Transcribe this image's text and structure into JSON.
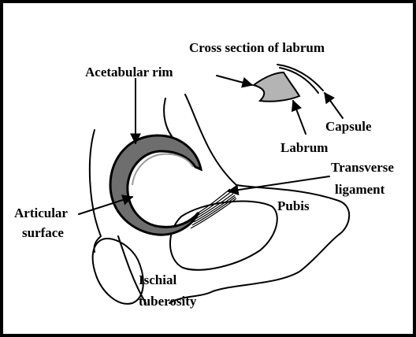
{
  "diagram": {
    "labels": {
      "cross_section": "Cross section of labrum",
      "acetabular_rim": "Acetabular rim",
      "capsule": "Capsule",
      "labrum": "Labrum",
      "transverse": "Transverse",
      "ligament": "ligament",
      "articular": "Articular",
      "surface": "surface",
      "pubis": "Pubis",
      "ischial": "Ischial",
      "tuberosity": "tuberosity"
    },
    "colors": {
      "background": "#ffffff",
      "border": "#000000",
      "articular_surface": "#6e6e6e",
      "labrum_fill": "#b4b4b4",
      "outline": "#000000"
    }
  }
}
